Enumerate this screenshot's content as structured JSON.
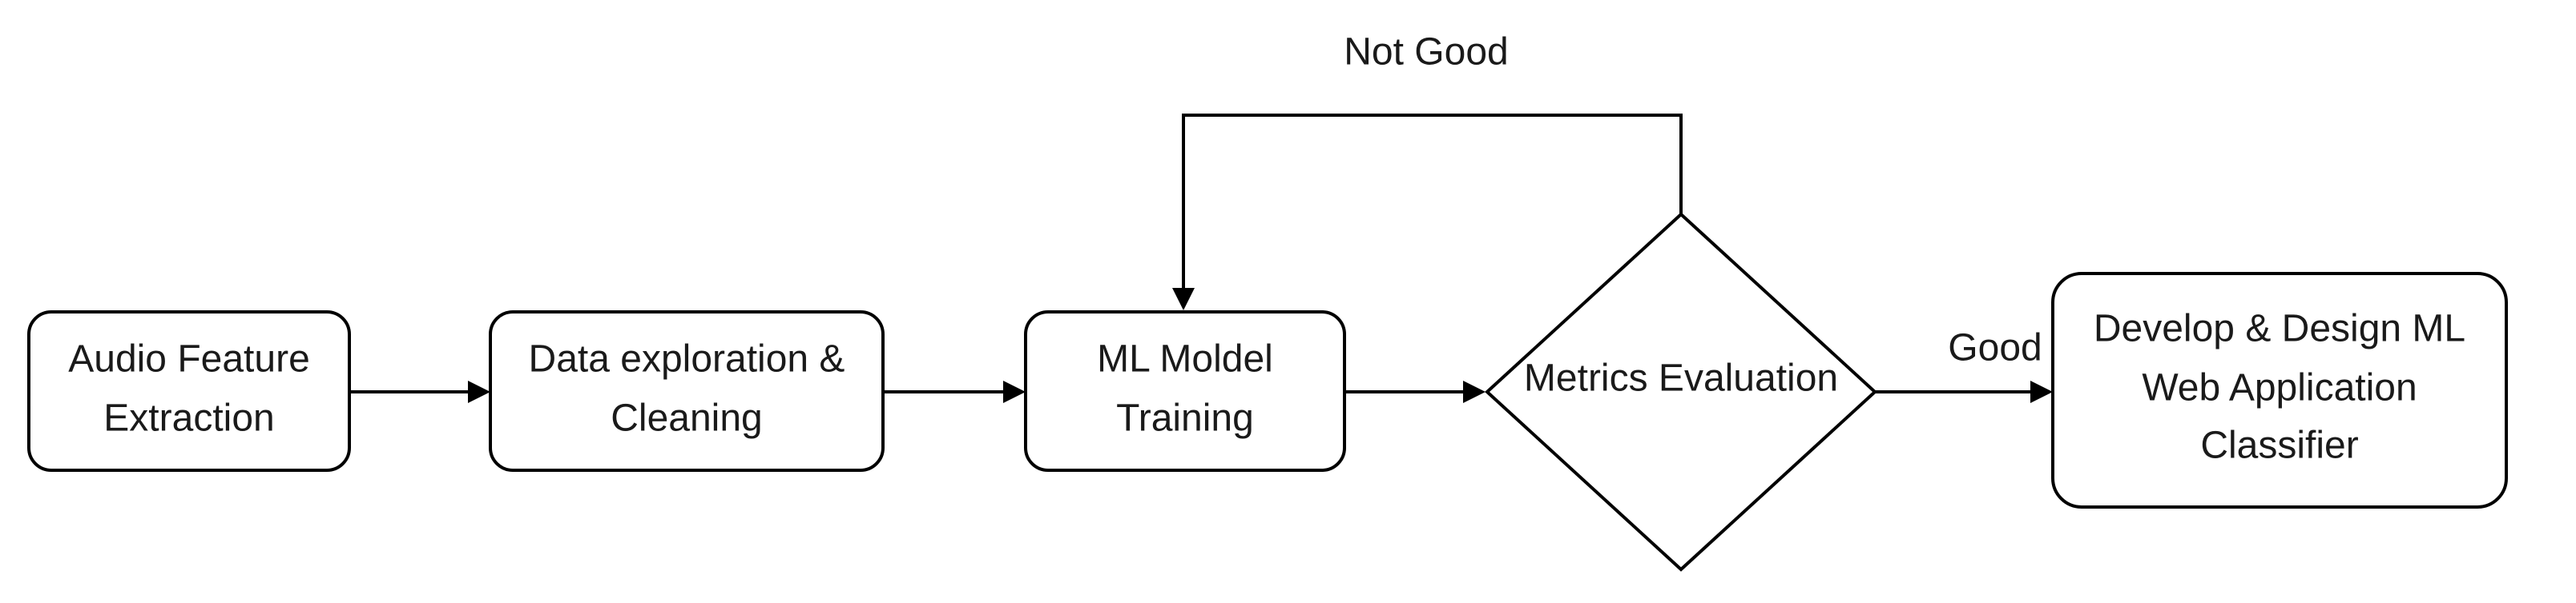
{
  "colors": {
    "background": "#ffffff",
    "stroke": "#000000",
    "text": "#1a1a1a"
  },
  "nodes": {
    "audio_feature": {
      "shape": "rounded-rectangle",
      "lines": [
        "Audio Feature",
        "Extraction"
      ]
    },
    "data_exploration": {
      "shape": "rounded-rectangle",
      "lines": [
        "Data exploration &",
        "Cleaning"
      ]
    },
    "ml_training": {
      "shape": "rounded-rectangle",
      "lines": [
        "ML Moldel",
        "Training"
      ]
    },
    "metrics_evaluation": {
      "shape": "diamond",
      "lines": [
        "Metrics Evaluation"
      ]
    },
    "web_app": {
      "shape": "rounded-rectangle",
      "lines": [
        "Develop & Design ML",
        "Web Application",
        "Classifier"
      ]
    }
  },
  "edges": {
    "feature_to_exploration": {
      "from": "audio_feature",
      "to": "data_exploration",
      "label": ""
    },
    "exploration_to_training": {
      "from": "data_exploration",
      "to": "ml_training",
      "label": ""
    },
    "training_to_evaluation": {
      "from": "ml_training",
      "to": "metrics_evaluation",
      "label": ""
    },
    "evaluation_to_webapp": {
      "from": "metrics_evaluation",
      "to": "web_app",
      "label": "Good"
    },
    "evaluation_to_training": {
      "from": "metrics_evaluation",
      "to": "ml_training",
      "label": "Not Good"
    }
  }
}
